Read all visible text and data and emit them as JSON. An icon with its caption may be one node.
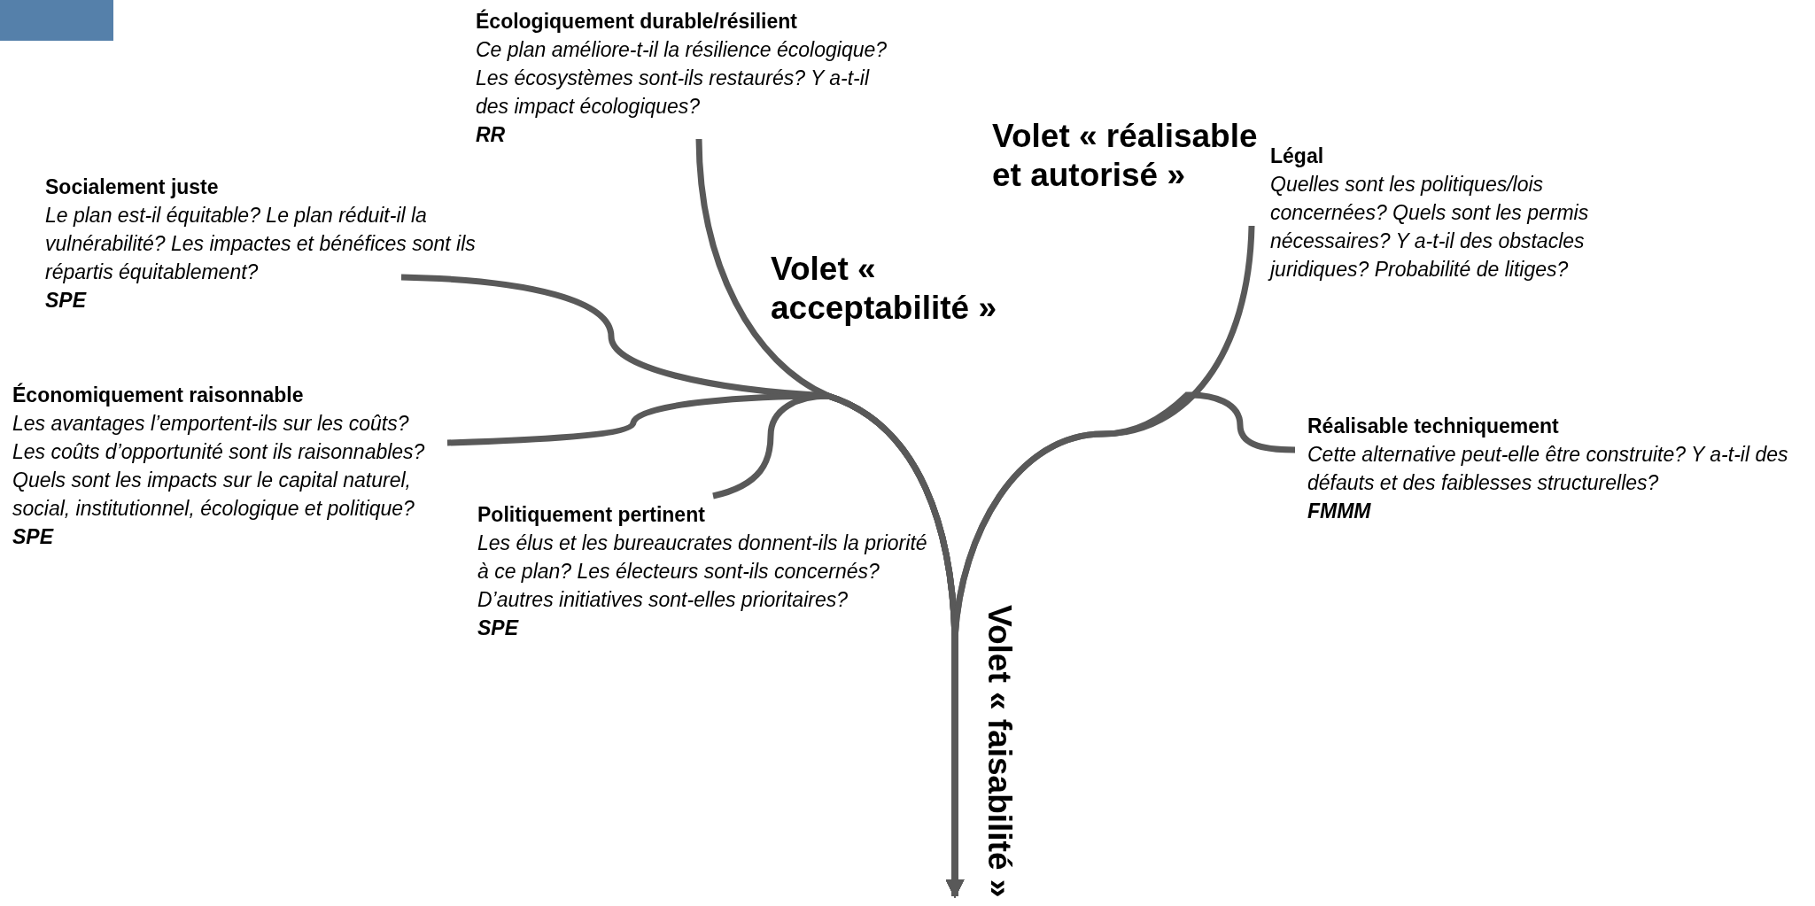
{
  "diagram": {
    "nodes": [
      {
        "text": [
          "Écologiquement durable/résilient",
          "Ce plan améliore-t-il la résilience écologique? Les écosystèmes sont-ils restaurés? Y a-t-il des impact écologiques?",
          "RR"
        ]
      },
      {
        "text": [
          "Socialement juste",
          "Le plan est-il équitable? Le plan réduit-il la vulnérabilité? Les impactes et bénéfices sont ils répartis équitablement?",
          "SPE"
        ]
      },
      {
        "text": [
          "Économiquement raisonnable",
          "Les avantages l’emportent-ils sur les coûts? Les coûts d’opportunité sont ils raisonnables? Quels sont les impacts sur le capital naturel, social, institutionnel, écologique et politique?",
          "SPE"
        ]
      },
      {
        "text": [
          "Politiquement pertinent",
          "Les élus et les bureaucrates donnent-ils la priorité à ce plan? Les électeurs sont-ils concernés? D’autres initiatives sont-elles prioritaires?",
          "SPE"
        ]
      },
      {
        "text": [
          "Légal",
          "Quelles sont les politiques/lois concernées? Quels sont les permis nécessaires? Y a-t-il des obstacles juridiques? Probabilité de litiges?"
        ]
      },
      {
        "text": [
          "Réalisable techniquement",
          "Cette alternative peut-elle être construite? Y a-t-il des défauts et des faiblesses structurelles?",
          "FMMM"
        ]
      }
    ],
    "edges": [
      {
        "from": 0,
        "to": null,
        "arrow": "to"
      },
      {
        "from": 1,
        "to": null,
        "arrow": "to"
      },
      {
        "from": 2,
        "to": null,
        "arrow": "to"
      },
      {
        "from": 3,
        "to": null,
        "arrow": "to"
      },
      {
        "from": 4,
        "to": null,
        "arrow": "to"
      },
      {
        "from": 5,
        "to": null,
        "arrow": "to"
      }
    ],
    "labels": [
      "Volet « réalisable et autorisé »",
      "Volet « acceptabilité »",
      "Volet « faisabilité »"
    ]
  }
}
